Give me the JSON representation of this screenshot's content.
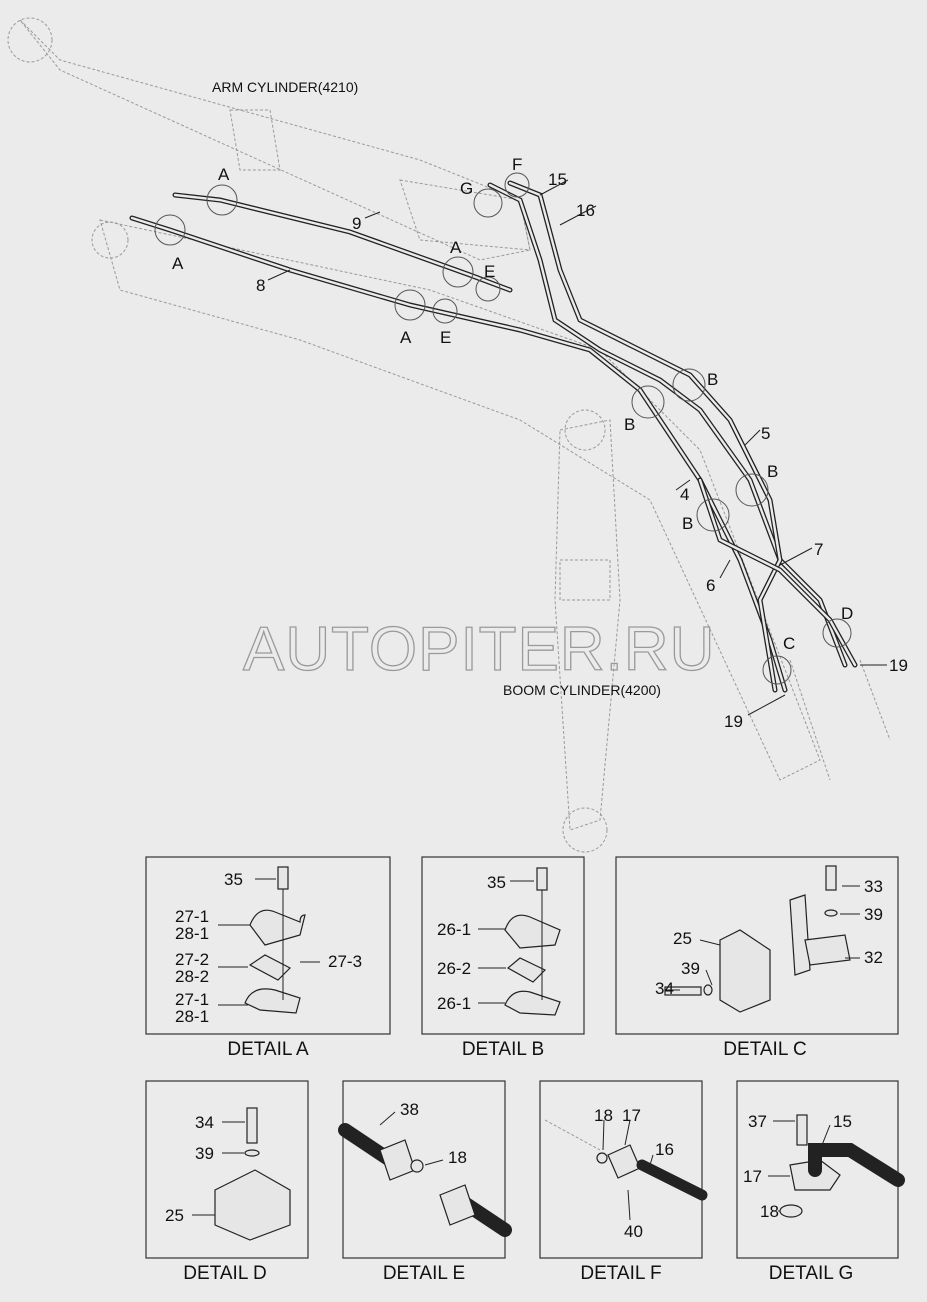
{
  "titles": {
    "arm_cylinder": "ARM CYLINDER(4210)",
    "boom_cylinder": "BOOM CYLINDER(4200)"
  },
  "watermark": "AUTOPITER.RU",
  "main_callouts": [
    "A",
    "A",
    "9",
    "8",
    "A",
    "E",
    "A",
    "E",
    "F",
    "G",
    "15",
    "16",
    "B",
    "B",
    "5",
    "B",
    "4",
    "B",
    "7",
    "6",
    "D",
    "C",
    "19",
    "19"
  ],
  "details": {
    "a": {
      "caption": "DETAIL A",
      "labels": [
        "35",
        "27-1",
        "28-1",
        "27-2",
        "28-2",
        "27-3",
        "27-1",
        "28-1"
      ]
    },
    "b": {
      "caption": "DETAIL B",
      "labels": [
        "35",
        "26-1",
        "26-2",
        "26-1"
      ]
    },
    "c": {
      "caption": "DETAIL C",
      "labels": [
        "33",
        "39",
        "25",
        "39",
        "32",
        "34"
      ]
    },
    "d": {
      "caption": "DETAIL D",
      "labels": [
        "34",
        "39",
        "25"
      ]
    },
    "e": {
      "caption": "DETAIL E",
      "labels": [
        "38",
        "18"
      ]
    },
    "f": {
      "caption": "DETAIL F",
      "labels": [
        "18",
        "17",
        "16",
        "40"
      ]
    },
    "g": {
      "caption": "DETAIL G",
      "labels": [
        "37",
        "15",
        "17",
        "18"
      ]
    }
  }
}
